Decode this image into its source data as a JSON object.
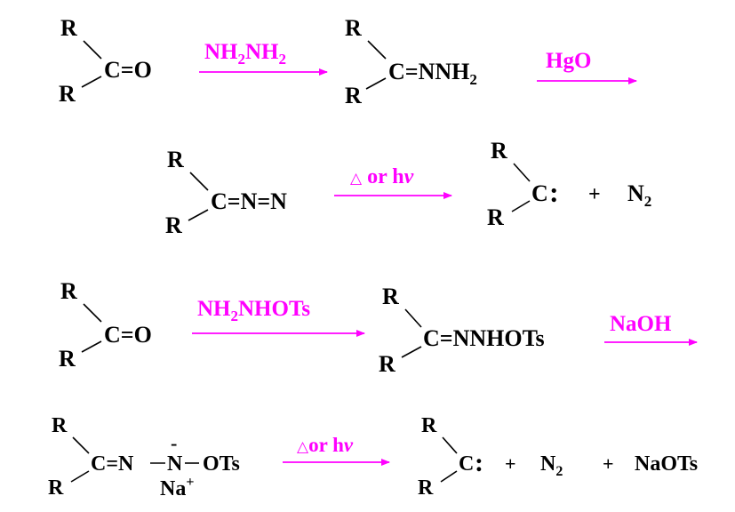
{
  "colors": {
    "reagent": "#ff00ff",
    "structure": "#000000",
    "background": "#ffffff"
  },
  "scheme1": {
    "reactant": {
      "r": "R",
      "group": "C=O"
    },
    "arrow1": {
      "reagent_main": "NH",
      "sub1": "2",
      "mid": "NH",
      "sub2": "2"
    },
    "intermediate": {
      "r": "R",
      "group": "C=NNH",
      "sub": "2"
    },
    "arrow2": {
      "reagent": "HgO"
    },
    "diazo": {
      "r": "R",
      "group": "C=N=N"
    },
    "arrow3": {
      "tri": "△",
      "text": " or h",
      "nu": "ν"
    },
    "product": {
      "r": "R",
      "carbene": "C",
      "dots": ":",
      "plus": "+",
      "n2": "N",
      "n2_sub": "2"
    }
  },
  "scheme2": {
    "reactant": {
      "r": "R",
      "group": "C=O"
    },
    "arrow1": {
      "reagent_main": "NH",
      "sub": "2",
      "rest": "NHOTs"
    },
    "intermediate": {
      "r": "R",
      "group": "C=NNHOTs"
    },
    "arrow2": {
      "reagent": "NaOH"
    },
    "salt": {
      "r": "R",
      "group": "C=N",
      "minus": "-",
      "n": "N",
      "ots": "OTs",
      "na": "Na",
      "plus_charge": "+"
    },
    "arrow3": {
      "tri": "△",
      "text": "or h",
      "nu": "ν"
    },
    "product": {
      "r": "R",
      "carbene": "C",
      "dots": ":",
      "plus1": "+",
      "n2": "N",
      "n2_sub": "2",
      "plus2": "+",
      "byproduct": "NaOTs"
    }
  }
}
